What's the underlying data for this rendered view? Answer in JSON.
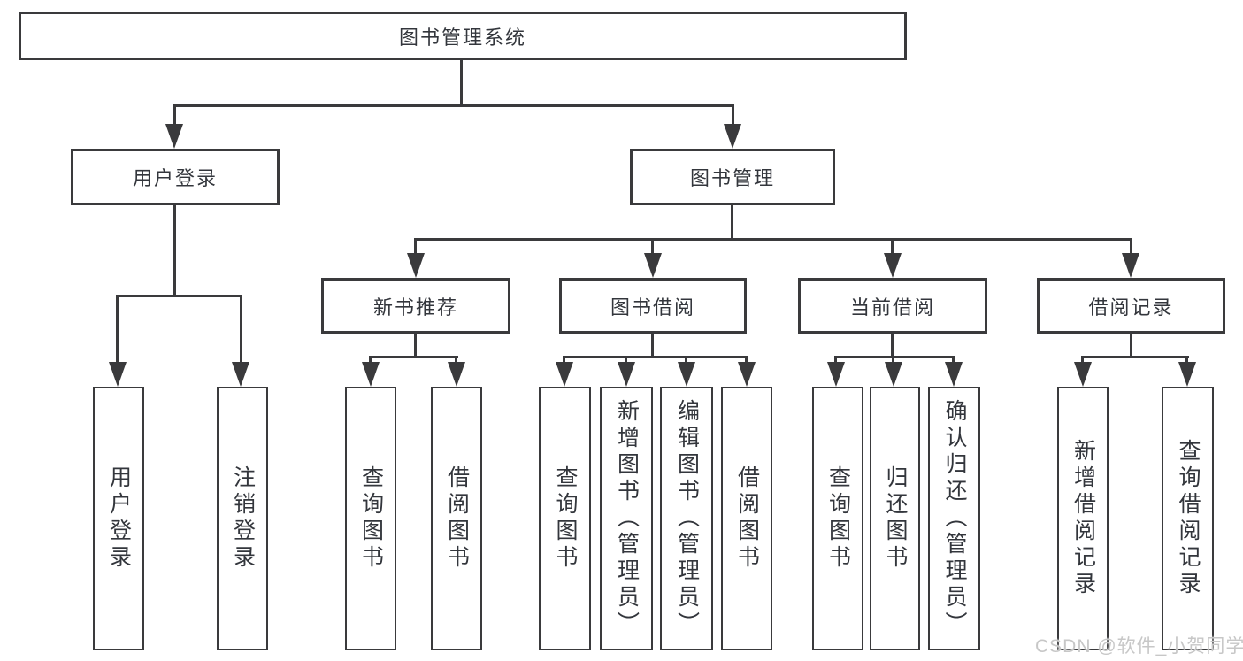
{
  "root": {
    "label": "图书管理系统"
  },
  "level2": [
    {
      "label": "用户登录"
    },
    {
      "label": "图书管理"
    }
  ],
  "level3": [
    {
      "label": "新书推荐"
    },
    {
      "label": "图书借阅"
    },
    {
      "label": "当前借阅"
    },
    {
      "label": "借阅记录"
    }
  ],
  "level4_groups": [
    {
      "parent": "用户登录",
      "items": [
        {
          "label": "用户登录"
        },
        {
          "label": "注销登录"
        }
      ]
    },
    {
      "parent": "新书推荐",
      "items": [
        {
          "label": "查询图书"
        },
        {
          "label": "借阅图书"
        }
      ]
    },
    {
      "parent": "图书借阅",
      "items": [
        {
          "label": "查询图书"
        },
        {
          "label": "新增图书（管理员）"
        },
        {
          "label": "编辑图书（管理员）"
        },
        {
          "label": "借阅图书"
        }
      ]
    },
    {
      "parent": "当前借阅",
      "items": [
        {
          "label": "查询图书"
        },
        {
          "label": "归还图书"
        },
        {
          "label": "确认归还（管理员）"
        }
      ]
    },
    {
      "parent": "借阅记录",
      "items": [
        {
          "label": "新增借阅记录"
        },
        {
          "label": "查询借阅记录"
        }
      ]
    }
  ],
  "watermark": {
    "text": "CSDN @软件_小贺同学"
  },
  "colors": {
    "line": "#3a3a3c",
    "text": "#33363c",
    "watermark": "#c7c7c7",
    "background": "#ffffff"
  }
}
